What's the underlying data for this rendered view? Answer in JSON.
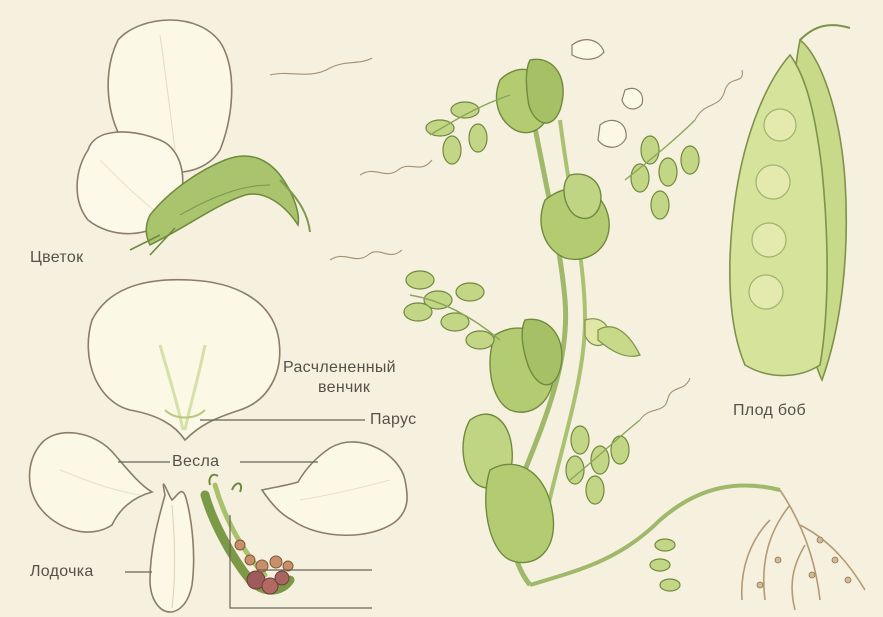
{
  "labels": {
    "flower": "Цветок",
    "corolla_line1": "Расчлененный",
    "corolla_line2": "венчик",
    "sail": "Парус",
    "oars": "Весла",
    "keel": "Лодочка",
    "fruit": "Плод боб"
  },
  "colors": {
    "paper": "#f6f1df",
    "petal": "#fbf8e6",
    "petal_outline": "#8c7d66",
    "leaf": "#b9cf78",
    "leaf_dark": "#8fae58",
    "pod": "#c9d98a",
    "pea": "#dfe6a6",
    "stem": "#9fb86a",
    "root": "#b49a73",
    "anther": "#9d5b5b",
    "label_text": "#55504a"
  },
  "icons": [
    "pea-flower",
    "corolla-sail",
    "oar-petal",
    "keel-petal",
    "stamens-pistil",
    "pea-plant",
    "pea-pod"
  ]
}
